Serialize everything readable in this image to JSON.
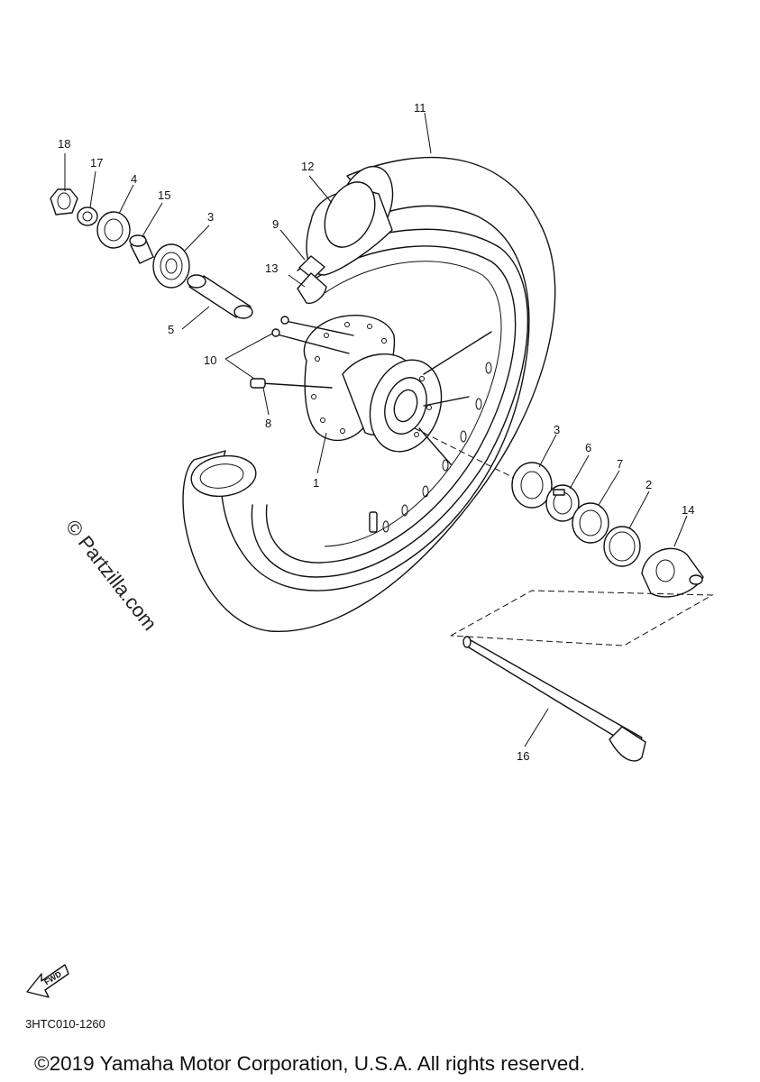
{
  "watermark": "© Partzilla.com",
  "callouts": [
    "1",
    "2",
    "3",
    "3",
    "4",
    "5",
    "6",
    "7",
    "8",
    "9",
    "10",
    "11",
    "12",
    "13",
    "14",
    "15",
    "16",
    "17",
    "18"
  ],
  "fwd_label": "FWD",
  "diagram_code": "3HTC010-1260",
  "copyright": "©2019 Yamaha Motor Corporation, U.S.A. All rights reserved."
}
